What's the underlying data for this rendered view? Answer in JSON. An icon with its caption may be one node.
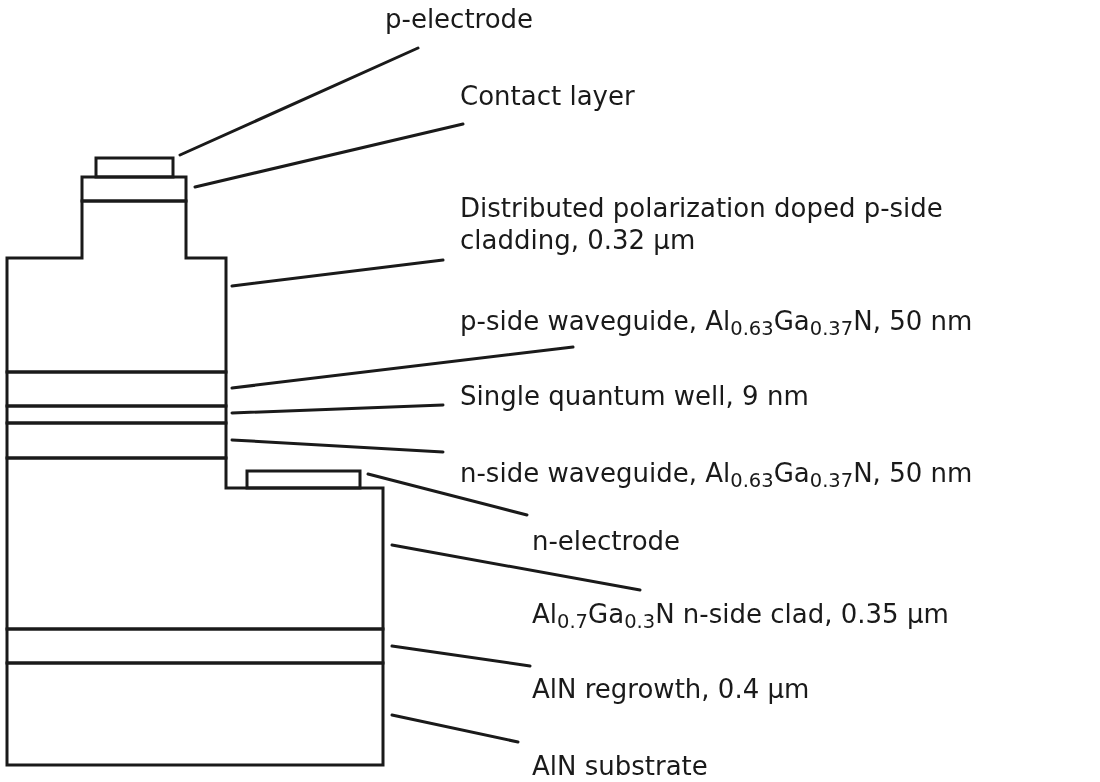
{
  "diagram": {
    "nodes": [
      {
        "text": [
          "p-electrode"
        ]
      },
      {
        "text": [
          "Contact layer"
        ]
      },
      {
        "text": [
          "Distributed polarization doped p-side cladding, 0.32 µm"
        ]
      },
      {
        "text": [
          "p-side waveguide, Al$_{0.63}$Ga$_{0.37}$N, 50 nm"
        ]
      },
      {
        "text": [
          "Single quantum well, 9 nm"
        ]
      },
      {
        "text": [
          "n-side waveguide, Al$_{0.63}$Ga$_{0.37}$N, 50 nm"
        ]
      },
      {
        "text": [
          "n-electrode"
        ]
      },
      {
        "text": [
          "Al$_{0.7}$Ga$_{0.3}$N n-side clad, 0.35 µm"
        ]
      },
      {
        "text": [
          "AlN regrowth, 0.4 µm"
        ]
      },
      {
        "text": [
          "AlN substrate"
        ]
      },
      {
        "text": [],
        "shape": "box"
      },
      {
        "text": [],
        "shape": "box"
      },
      {
        "text": [],
        "shape": "box"
      },
      {
        "text": [],
        "shape": "box"
      },
      {
        "text": [],
        "shape": "box"
      },
      {
        "text": [],
        "shape": "box"
      },
      {
        "text": [],
        "shape": "box"
      },
      {
        "text": [],
        "shape": "box"
      },
      {
        "text": [],
        "shape": "box"
      },
      {
        "text": [],
        "shape": "box"
      }
    ],
    "edges": [
      {
        "from": 0,
        "to": 10,
        "arrow": "none"
      },
      {
        "from": 1,
        "to": 11,
        "arrow": "none"
      },
      {
        "from": 2,
        "to": 12,
        "arrow": "none"
      },
      {
        "from": 3,
        "to": 13,
        "arrow": "none"
      },
      {
        "from": 4,
        "to": 14,
        "arrow": "none"
      },
      {
        "from": 5,
        "to": 15,
        "arrow": "none"
      },
      {
        "from": 6,
        "to": 17,
        "arrow": "none"
      },
      {
        "from": 7,
        "to": 16,
        "arrow": "none"
      },
      {
        "from": 8,
        "to": 18,
        "arrow": "none"
      },
      {
        "from": 9,
        "to": 19,
        "arrow": "none"
      }
    ]
  }
}
